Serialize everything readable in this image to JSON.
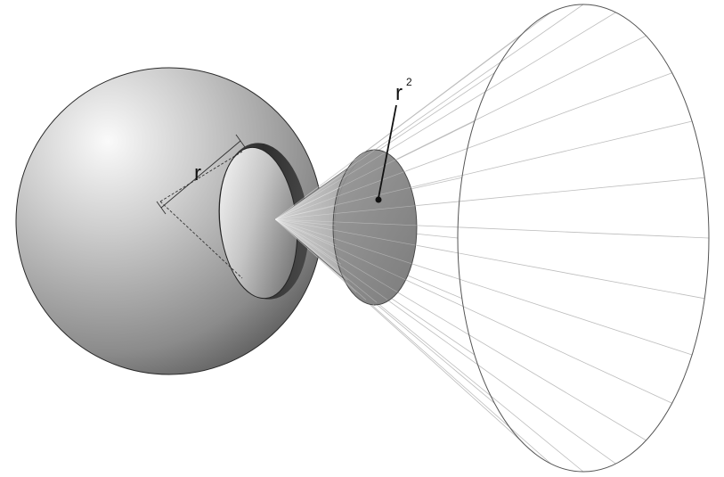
{
  "diagram": {
    "labels": {
      "radius": "r",
      "area_base": "r",
      "area_exponent": "2"
    },
    "colors": {
      "background": "#ffffff",
      "sphere_light": "#f4f4f4",
      "sphere_dark": "#3f3f3f",
      "cone_fill": "#a9a9a9",
      "line": "#222222",
      "ray": "#b8b8b8"
    },
    "ray_count": 24
  }
}
